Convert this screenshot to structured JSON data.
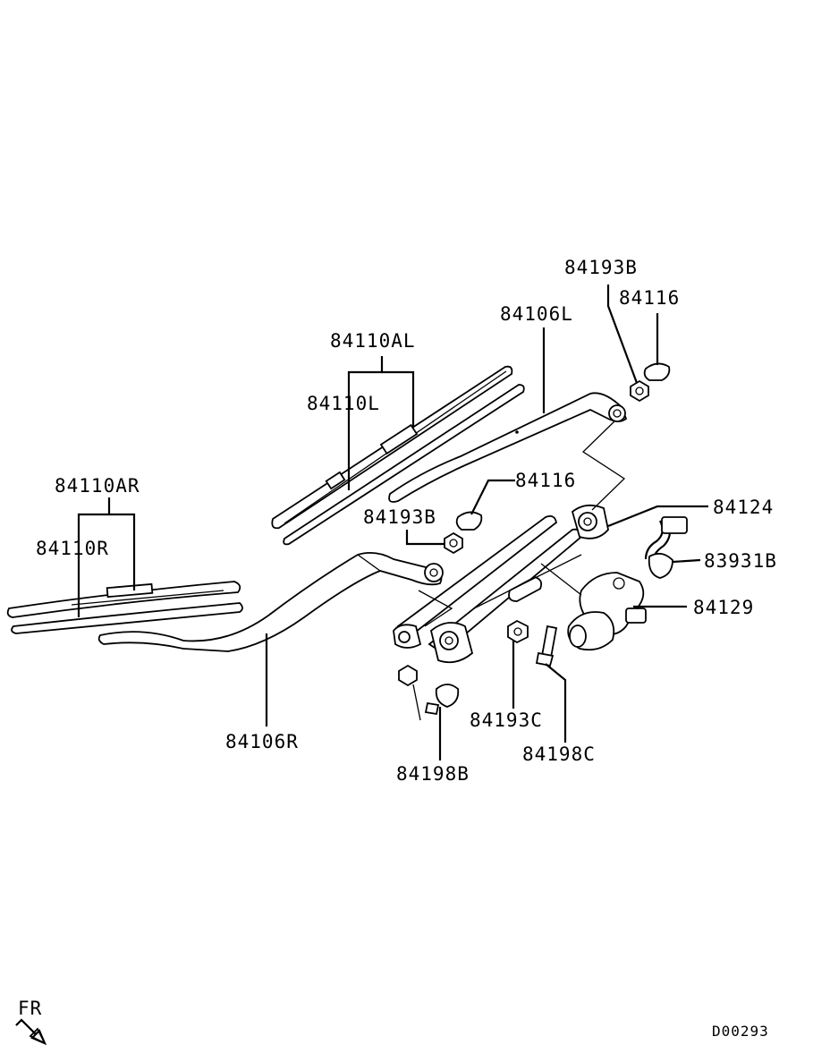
{
  "labels": {
    "p84193B_top": "84193B",
    "p84116_top": "84116",
    "p84106L": "84106L",
    "p84110AL": "84110AL",
    "p84110L": "84110L",
    "p84116_mid": "84116",
    "p84193B_mid": "84193B",
    "p84124": "84124",
    "p83931B": "83931B",
    "p84110AR": "84110AR",
    "p84110R": "84110R",
    "p84129": "84129",
    "p84106R": "84106R",
    "p84193C": "84193C",
    "p84198C": "84198C",
    "p84198B": "84198B"
  },
  "orientation": {
    "front_marker": "FR"
  },
  "diagram_code": "D00293"
}
